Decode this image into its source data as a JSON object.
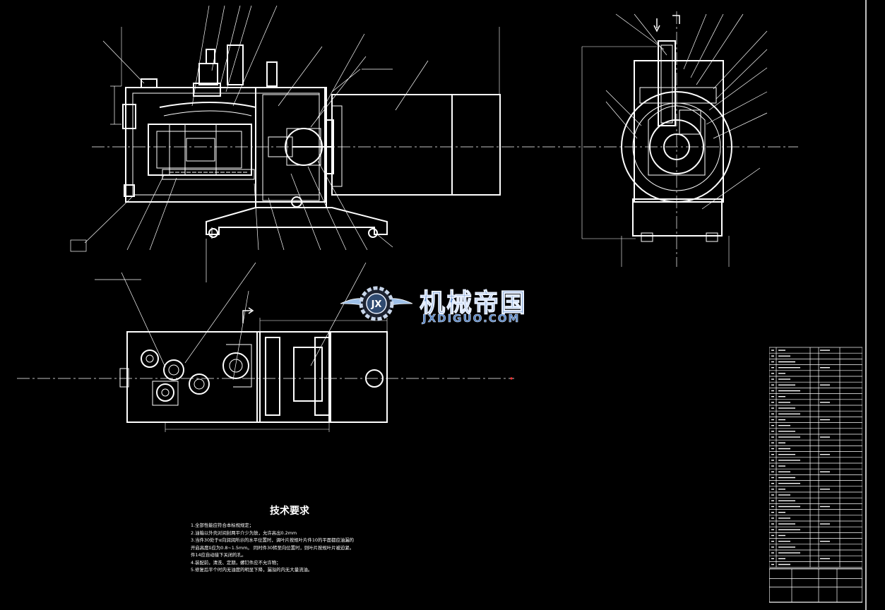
{
  "watermark": {
    "cn": "机械帝国",
    "en": "JXDIGUO.COM",
    "badge": "JX"
  },
  "technical_requirements": {
    "title": "技术要求",
    "items": [
      "1.全部性能应符合本标规规定；",
      "2.油箱以外壳对间封两平介少为放，允许高出0.2mm",
      "3.当件30处于α向润润所示的水平位置时，调叶片按规叶片件10的平面都应油漏的",
      "开启高度δ应为0.8~1.5mm。 同时件30转至向位置时，则叶片按规叶片被迫紧。",
      "件14应自动接下关闭的孔。",
      "4.装配前，清洗、定期，螺钉件应不允许物；",
      "5.修复后平个时内无油度的明显下降，漏溢的内无大量流油。"
    ]
  },
  "colors": {
    "line": "#ffffff",
    "background": "#000000",
    "centerline": "#ffffff",
    "accent": "#ff3333",
    "watermark_fill": "#5a88c6",
    "watermark_stroke": "#e8f0ff"
  }
}
